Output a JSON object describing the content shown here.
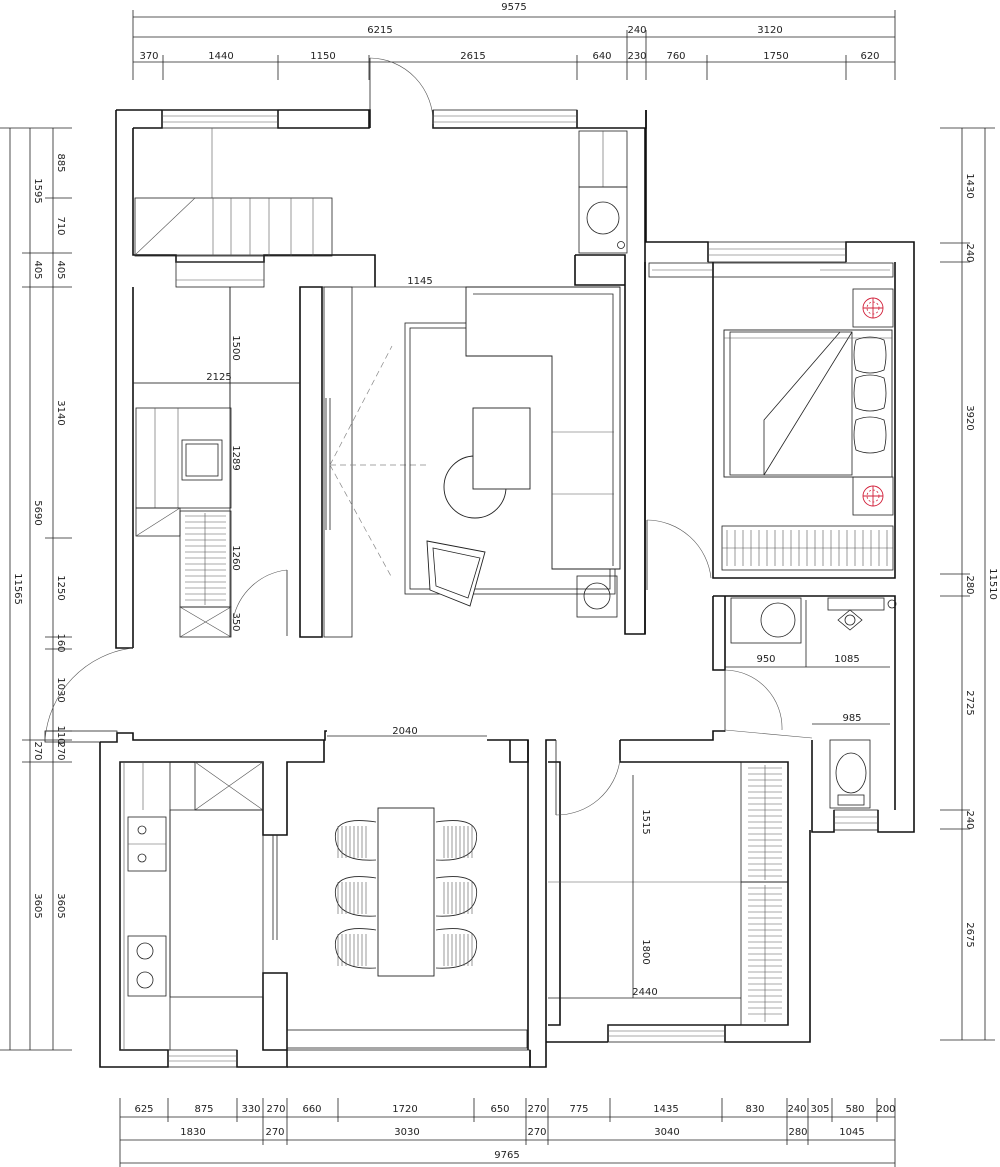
{
  "dimensions": {
    "top": {
      "total": "9575",
      "row2": [
        "6215",
        "240",
        "3120"
      ],
      "row3": [
        "370",
        "1440",
        "1150",
        "2615",
        "640",
        "230",
        "760",
        "1750",
        "620"
      ]
    },
    "bottom": {
      "total": "9765",
      "row2": [
        "1830",
        "270",
        "3030",
        "270",
        "3040",
        "280",
        "1045"
      ],
      "row3": [
        "625",
        "875",
        "330",
        "270",
        "660",
        "1720",
        "650",
        "270",
        "775",
        "1435",
        "830",
        "240",
        "305",
        "580",
        "200"
      ]
    },
    "left": {
      "total": "11565",
      "mid": [
        "1595",
        "5690",
        "3605"
      ],
      "inner": [
        "885",
        "710",
        "405",
        "3140",
        "1250",
        "160",
        "1030",
        "110",
        "270",
        "3605"
      ],
      "inner_extra": [
        "405",
        "270"
      ]
    },
    "right": {
      "total": "11510",
      "inner": [
        "1430",
        "240",
        "3920",
        "280",
        "2725",
        "240",
        "2675"
      ]
    },
    "interior": [
      "1145",
      "1500",
      "2125",
      "1289",
      "1260",
      "350",
      "950",
      "1085",
      "985",
      "2040",
      "1515",
      "1800",
      "2440"
    ]
  }
}
